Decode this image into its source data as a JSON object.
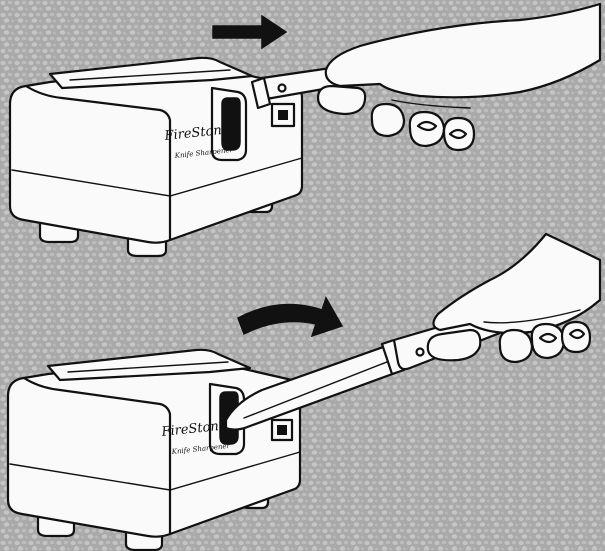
{
  "colors": {
    "background": "#a9a9a9",
    "speckle": "#c4c4c4",
    "ink": "#111111",
    "paper": "#fafafa"
  },
  "panels": [
    {
      "id": "top",
      "brand": "FireStone",
      "subtitle": "Knife Sharpener",
      "arrow": "straight-right-arrow-icon"
    },
    {
      "id": "bottom",
      "brand": "FireStone",
      "subtitle": "Knife Sharpener",
      "arrow": "curved-up-arrow-icon"
    }
  ]
}
